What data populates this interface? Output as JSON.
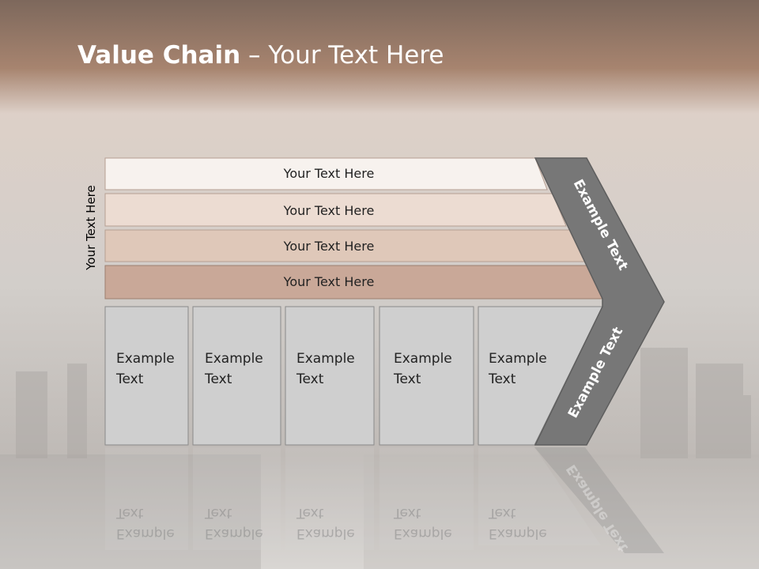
{
  "slide": {
    "title_bold": "Value Chain",
    "title_rest": " – Your Text Here",
    "side_label": "Your Text Here"
  },
  "rows": [
    {
      "label": "Your Text Here",
      "color": "#f7f2ee"
    },
    {
      "label": "Your Text Here",
      "color": "#ecdcd2"
    },
    {
      "label": "Your Text Here",
      "color": "#dfc8b9"
    },
    {
      "label": "Your Text Here",
      "color": "#c9a898"
    }
  ],
  "boxes": [
    {
      "line1": "Example",
      "line2": "Text"
    },
    {
      "line1": "Example",
      "line2": "Text"
    },
    {
      "line1": "Example",
      "line2": "Text"
    },
    {
      "line1": "Example",
      "line2": "Text"
    },
    {
      "line1": "Example",
      "line2": "Text"
    }
  ],
  "chevron": {
    "upper_text": "Example Text",
    "lower_text": "Example Text",
    "color": "#777777"
  },
  "colors": {
    "header_brown": "#9d7a65",
    "box_fill": "#cfcfcf",
    "box_stroke": "#8a8a8a"
  }
}
